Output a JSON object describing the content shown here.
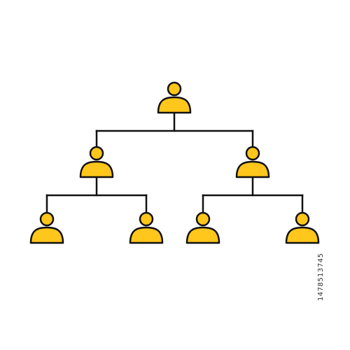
{
  "diagram": {
    "type": "org-chart",
    "person_icon": "person-icon",
    "colors": {
      "person_fill": "#FFC61B",
      "outline": "#111111",
      "connector": "#111111",
      "background": "#ffffff"
    },
    "nodes": [
      {
        "id": "root",
        "level": 0,
        "parent": null
      },
      {
        "id": "manager-left",
        "level": 1,
        "parent": "root"
      },
      {
        "id": "manager-right",
        "level": 1,
        "parent": "root"
      },
      {
        "id": "member-1",
        "level": 2,
        "parent": "manager-left"
      },
      {
        "id": "member-2",
        "level": 2,
        "parent": "manager-left"
      },
      {
        "id": "member-3",
        "level": 2,
        "parent": "manager-right"
      },
      {
        "id": "member-4",
        "level": 2,
        "parent": "manager-right"
      }
    ]
  },
  "stock_id": "1478513745"
}
